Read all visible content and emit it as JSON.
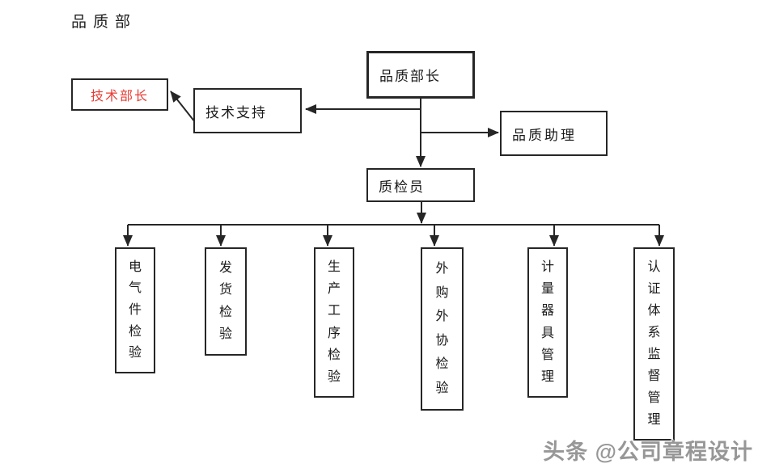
{
  "page": {
    "title": "品质部"
  },
  "org": {
    "dept_head": {
      "label": "品质部长"
    },
    "tech_head": {
      "label": "技术部长",
      "text_color": "#e73c34"
    },
    "tech_support": {
      "label": "技术支持"
    },
    "quality_assistant": {
      "label": "品质助理"
    },
    "inspector": {
      "label": "质检员"
    }
  },
  "sub_boxes": [
    {
      "label": "电气件检验"
    },
    {
      "label": "发货检验"
    },
    {
      "label": "生产工序检验"
    },
    {
      "label": "外购外协检验"
    },
    {
      "label": "计量器具管理"
    },
    {
      "label": "认证体系监督管理"
    }
  ],
  "watermark": {
    "text": "头条 @公司章程设计"
  },
  "colors": {
    "line": "#262626",
    "box_border": "#262626",
    "box_text": "#1a1a1a",
    "highlight_red": "#e73c34",
    "watermark_gray": "#979797",
    "background": "#ffffff"
  }
}
